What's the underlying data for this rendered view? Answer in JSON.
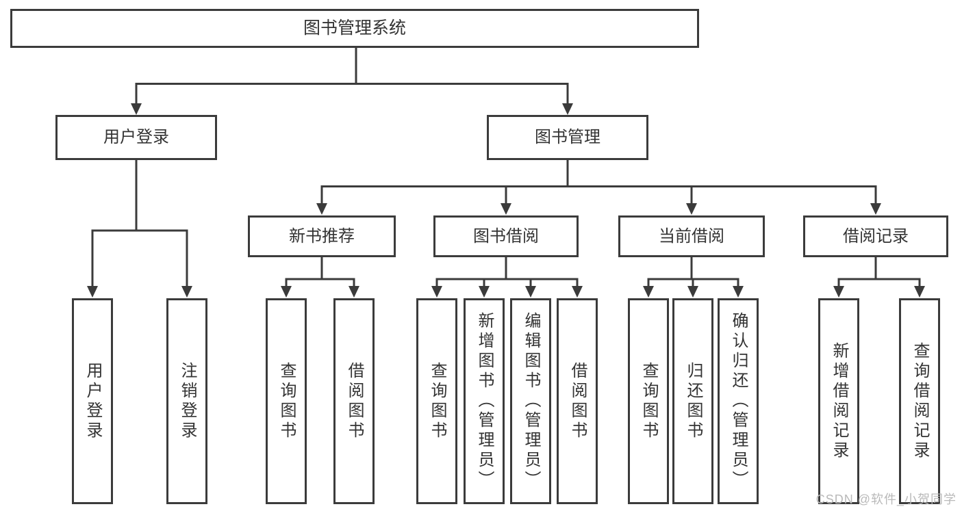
{
  "nodes": {
    "root": {
      "label": "图书管理系统"
    },
    "login": {
      "label": "用户登录",
      "children": {
        "user_login": {
          "label": "用户登录"
        },
        "logout": {
          "label": "注销登录"
        }
      }
    },
    "book_mgmt": {
      "label": "图书管理",
      "children": {
        "new_books": {
          "label": "新书推荐",
          "children": {
            "query_books": {
              "label": "查询图书"
            },
            "borrow_books": {
              "label": "借阅图书"
            }
          }
        },
        "book_borrow": {
          "label": "图书借阅",
          "children": {
            "query_books": {
              "label": "查询图书"
            },
            "add_books": {
              "label": "新增图书（管理员）"
            },
            "edit_books": {
              "label": "编辑图书（管理员）"
            },
            "borrow_books": {
              "label": "借阅图书"
            }
          }
        },
        "current_borrow": {
          "label": "当前借阅",
          "children": {
            "query_books": {
              "label": "查询图书"
            },
            "return_books": {
              "label": "归还图书"
            },
            "confirm_return": {
              "label": "确认归还（管理员）"
            }
          }
        },
        "borrow_records": {
          "label": "借阅记录",
          "children": {
            "add_record": {
              "label": "新增借阅记录"
            },
            "query_record": {
              "label": "查询借阅记录"
            }
          }
        }
      }
    },
    "line_color": "#3b3b3b",
    "text_color": "#333333"
  },
  "watermark": "CSDN @软件_小贺同学"
}
